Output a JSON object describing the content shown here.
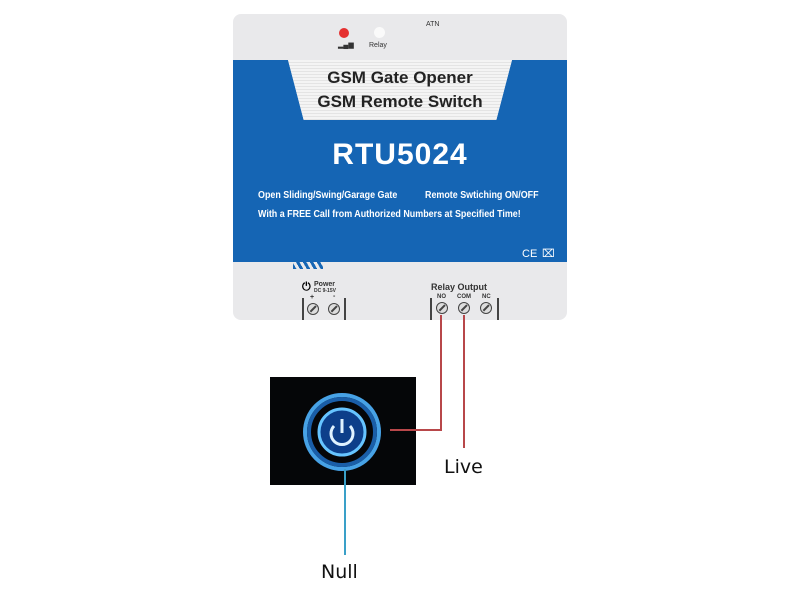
{
  "device": {
    "atn_label": "ATN",
    "relay_led_label": "Relay",
    "title_line1": "GSM Gate Opener",
    "title_line2": "GSM Remote Switch",
    "model": "RTU5024",
    "desc_left": "Open Sliding/Swing/Garage Gate",
    "desc_right": "Remote Swtiching ON/OFF",
    "desc_line2": "With a FREE Call from Authorized Numbers at Specified Time!",
    "ce_mark": "CE",
    "power_label": "Power",
    "power_voltage": "DC 9-15V",
    "plus": "+",
    "minus": "-",
    "relay_output_label": "Relay Output",
    "terminals": [
      "NO",
      "COM",
      "NC"
    ]
  },
  "diagram": {
    "live_label": "Live",
    "null_label": "Null"
  },
  "colors": {
    "blue": "#1565b4",
    "live_wire": "#b8474a",
    "null_wire": "#3aa0c8"
  }
}
